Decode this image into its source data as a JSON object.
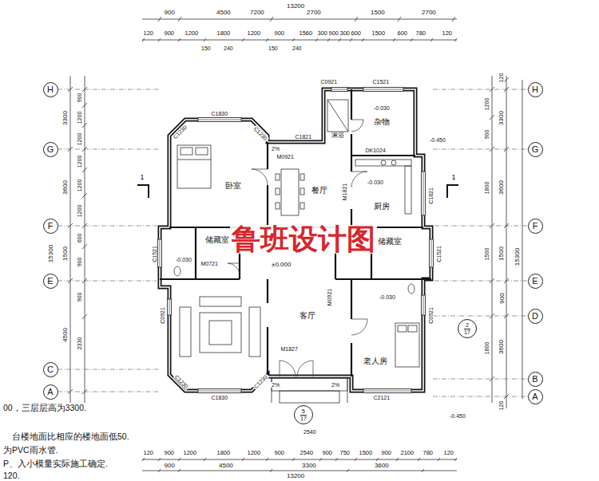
{
  "diagram": {
    "nodes": [
      {
        "text": [
          "H"
        ]
      },
      {
        "text": [
          "H"
        ]
      },
      {
        "text": [
          "杂物"
        ]
      },
      {
        "text": [
          "卧室"
        ]
      },
      {
        "text": [
          "餐厅"
        ]
      },
      {
        "text": [
          "厨房"
        ]
      },
      {
        "text": [
          "G"
        ]
      },
      {
        "text": [
          "G"
        ]
      },
      {
        "text": [
          "F"
        ]
      },
      {
        "text": [
          "F"
        ]
      },
      {
        "text": [
          "储藏室"
        ]
      },
      {
        "text": [
          "储藏室"
        ]
      },
      {
        "text": [
          "E"
        ]
      },
      {
        "text": [
          "E"
        ]
      },
      {
        "text": [
          "客厅"
        ]
      },
      {
        "text": [
          "D"
        ]
      },
      {
        "text": [
          "2",
          "17"
        ]
      },
      {
        "text": [
          "老人房"
        ]
      },
      {
        "text": [
          "C"
        ]
      },
      {
        "text": [
          "B"
        ]
      },
      {
        "text": [
          "A"
        ]
      },
      {
        "text": [
          "A"
        ]
      },
      {
        "text": [
          "5",
          "17"
        ]
      }
    ],
    "labels": [
      "13200",
      "900",
      "4500",
      "7200",
      "2700",
      "1500",
      "2700",
      "120",
      "900",
      "1200",
      "1800",
      "1200",
      "900",
      "1560",
      "300",
      "900",
      "300",
      "600",
      "1500",
      "600",
      "780",
      "120",
      "150",
      "240",
      "150",
      "240",
      "C0921",
      "C1521",
      "淋浴",
      "C1830",
      "C1230",
      "C1230",
      "C1821",
      "DK1024",
      "M0921",
      "M1821",
      "C1821",
      "-0.030",
      "-0.030",
      "-0.450",
      "2%",
      "C1521",
      "C1521",
      "M0721",
      "-0.030",
      "±0.000",
      "M0921",
      "-0.030",
      "C0921",
      "C0921",
      "M1827",
      "2%",
      "2%",
      "C1230",
      "C1230",
      "C1830",
      "C2121",
      "2540",
      "-0.450",
      "3300",
      "3600",
      "1500",
      "4500",
      "15300",
      "900",
      "1200",
      "1200",
      "1200",
      "1200",
      "1200",
      "600",
      "900",
      "900",
      "2330",
      "120",
      "3300",
      "3600",
      "1500",
      "900",
      "3600",
      "120",
      "15300",
      "1200",
      "900",
      "1800",
      "1500",
      "1800",
      "120",
      "900",
      "1200",
      "1800",
      "1200",
      "900",
      "2540",
      "900",
      "750",
      "1500",
      "900",
      "2100",
      "780",
      "120",
      "900",
      "4500",
      "3300",
      "3600",
      "13200",
      "00，三层层高为3300.",
      "台楼地面比相应的楼地面低50.",
      "为PVC雨水管.",
      "P、入小模量实际施工确定.",
      "120.",
      "鲁班设计图",
      "1",
      "1"
    ]
  }
}
